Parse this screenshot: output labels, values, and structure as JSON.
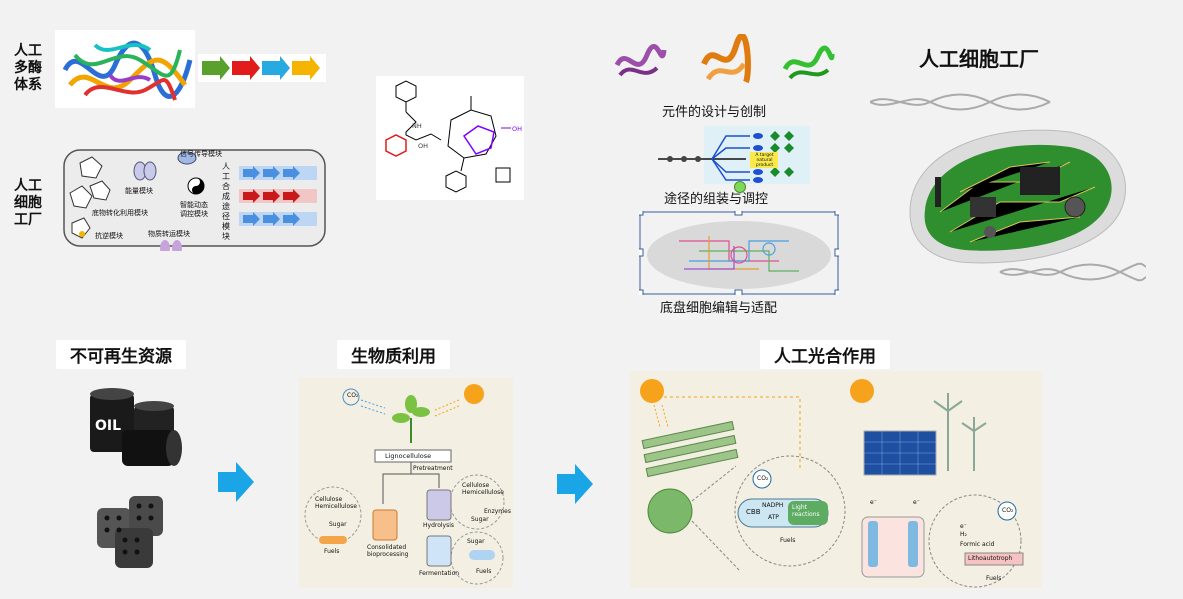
{
  "top_left": {
    "enzyme_label": "人工\n多酶\n体系",
    "cellfactory_label": "人工\n细胞\n工厂",
    "modules": {
      "signal": "信号传导模块",
      "energy": "能量模块",
      "substrate": "底物转化利用模块",
      "smart": "智能动态\n调控模块",
      "stress": "抗逆模块",
      "transport": "物质转运模块",
      "synthesis": "人工合成途径模块"
    },
    "arrow_colors": [
      "#5aa02c",
      "#e21b1b",
      "#27a9e1",
      "#f4b400"
    ]
  },
  "top_right": {
    "title": "人工细胞工厂",
    "caption_parts": "元件的设计与创制",
    "caption_pathway": "途径的组装与调控",
    "caption_chassis": "底盘细胞编辑与适配",
    "pathway_node_text": "A target\nnatural\nproduct"
  },
  "bottom": {
    "nonrenewable": "不可再生资源",
    "oil_text": "OIL",
    "biomass": "生物质利用",
    "photosynthesis": "人工光合作用",
    "biomass_labels": {
      "co2": "CO₂",
      "lignocellulose": "Lignocellulose",
      "pretreatment": "Pretreatment",
      "cellulose": "Cellulose\nHemicellulose",
      "sugar": "Sugar",
      "fuels": "Fuels",
      "hydrolysis": "Hydrolysis",
      "enzymes": "Enzymes",
      "consolidated": "Consolidated\nbioprocessing",
      "fermentation": "Fermentation"
    },
    "photo_labels": {
      "co2": "CO₂",
      "cbb": "CBB",
      "nadph": "NADPH",
      "atp": "ATP",
      "light": "Light\nreactions",
      "fuels": "Fuels",
      "e": "e⁻",
      "h2": "H₂",
      "formic": "Formic acid",
      "litho": "Lithoautotroph"
    }
  }
}
